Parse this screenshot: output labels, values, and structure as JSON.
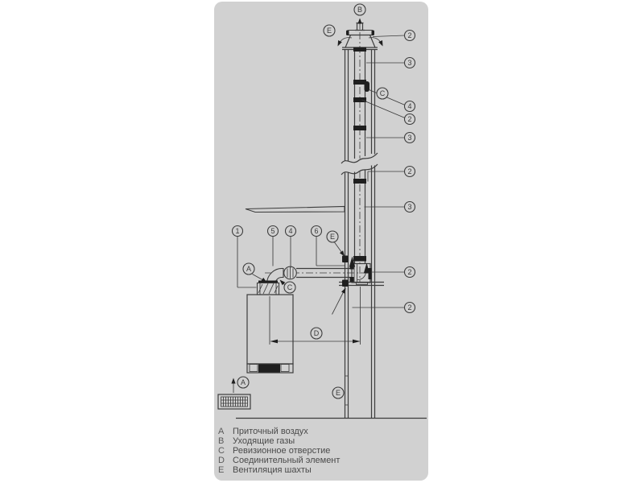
{
  "legend": {
    "items": [
      {
        "key": "A",
        "label": "Приточный воздух"
      },
      {
        "key": "B",
        "label": "Уходящие газы"
      },
      {
        "key": "C",
        "label": "Ревизионное отверстие"
      },
      {
        "key": "D",
        "label": "Соединительный элемент"
      },
      {
        "key": "E",
        "label": "Вентиляция шахты"
      }
    ]
  },
  "callouts": [
    {
      "label": "B"
    },
    {
      "label": "E"
    },
    {
      "label": "2"
    },
    {
      "label": "3"
    },
    {
      "label": "C"
    },
    {
      "label": "4"
    },
    {
      "label": "2"
    },
    {
      "label": "3"
    },
    {
      "label": "2"
    },
    {
      "label": "3"
    },
    {
      "label": "1"
    },
    {
      "label": "5"
    },
    {
      "label": "4"
    },
    {
      "label": "6"
    },
    {
      "label": "E"
    },
    {
      "label": "A"
    },
    {
      "label": "2"
    },
    {
      "label": "C"
    },
    {
      "label": "2"
    },
    {
      "label": "D"
    },
    {
      "label": "A"
    },
    {
      "label": "E"
    }
  ],
  "colors": {
    "panel": "#d1d1d1",
    "line": "#3c3c3c",
    "clamp": "#1f1f1f",
    "text": "#4a4a4a"
  }
}
